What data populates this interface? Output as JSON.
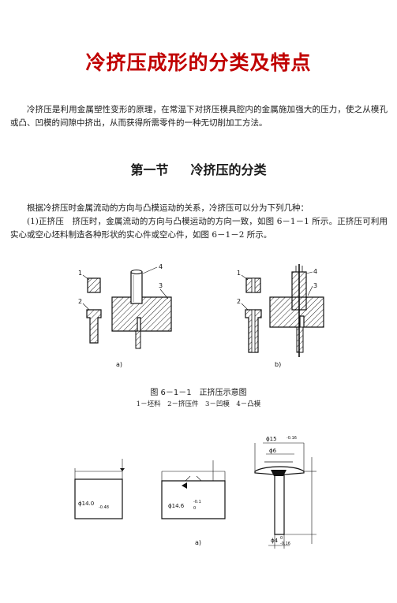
{
  "document": {
    "title": "冷挤压成形的分类及特点",
    "intro": "冷挤压是利用金属塑性变形的原理，在常温下对挤压模具腔内的金属施加强大的压力，使之从模孔或凸、凹模的间隙中挤出，从而获得所需零件的一种无切削加工方法。",
    "section": {
      "number": "第一节",
      "title": "冷挤压的分类"
    },
    "para_relation": "根据冷挤压时金属流动的方向与凸模运动的关系，冷挤压可以分为下列几种：",
    "para_forward": "(1)正挤压　挤压时，金属流动的方向与凸模运动的方向一致，如图 6－1－1 所示。正挤压可利用实心或空心坯料制造各种形状的实心件或空心件，如图 6－1－2 所示。"
  },
  "figure_1": {
    "caption": "图 6－1－1　正挤压示意图",
    "legend": "1－坯料　2－挤压件　3－凹模　4－凸模",
    "subfigure_a": "a)",
    "subfigure_b": "b)",
    "callouts_a": [
      "1",
      "2",
      "3",
      "4"
    ],
    "callouts_b": [
      "1",
      "2",
      "3",
      "4"
    ]
  },
  "figure_2": {
    "subfigure_a": "a)",
    "dimensions": {
      "blank_dia": "ϕ14.0",
      "blank_tol": "-0.48",
      "part_dia": "ϕ14.6",
      "part_tol_upper": "-0.1",
      "part_tol_lower": "0",
      "head_dia": "ϕ15",
      "head_tol": "-0.16",
      "shank_dia": "ϕ6",
      "rod_dia": "ϕ4",
      "rod_tol_upper": "0",
      "rod_tol_lower": "-0.16"
    }
  }
}
